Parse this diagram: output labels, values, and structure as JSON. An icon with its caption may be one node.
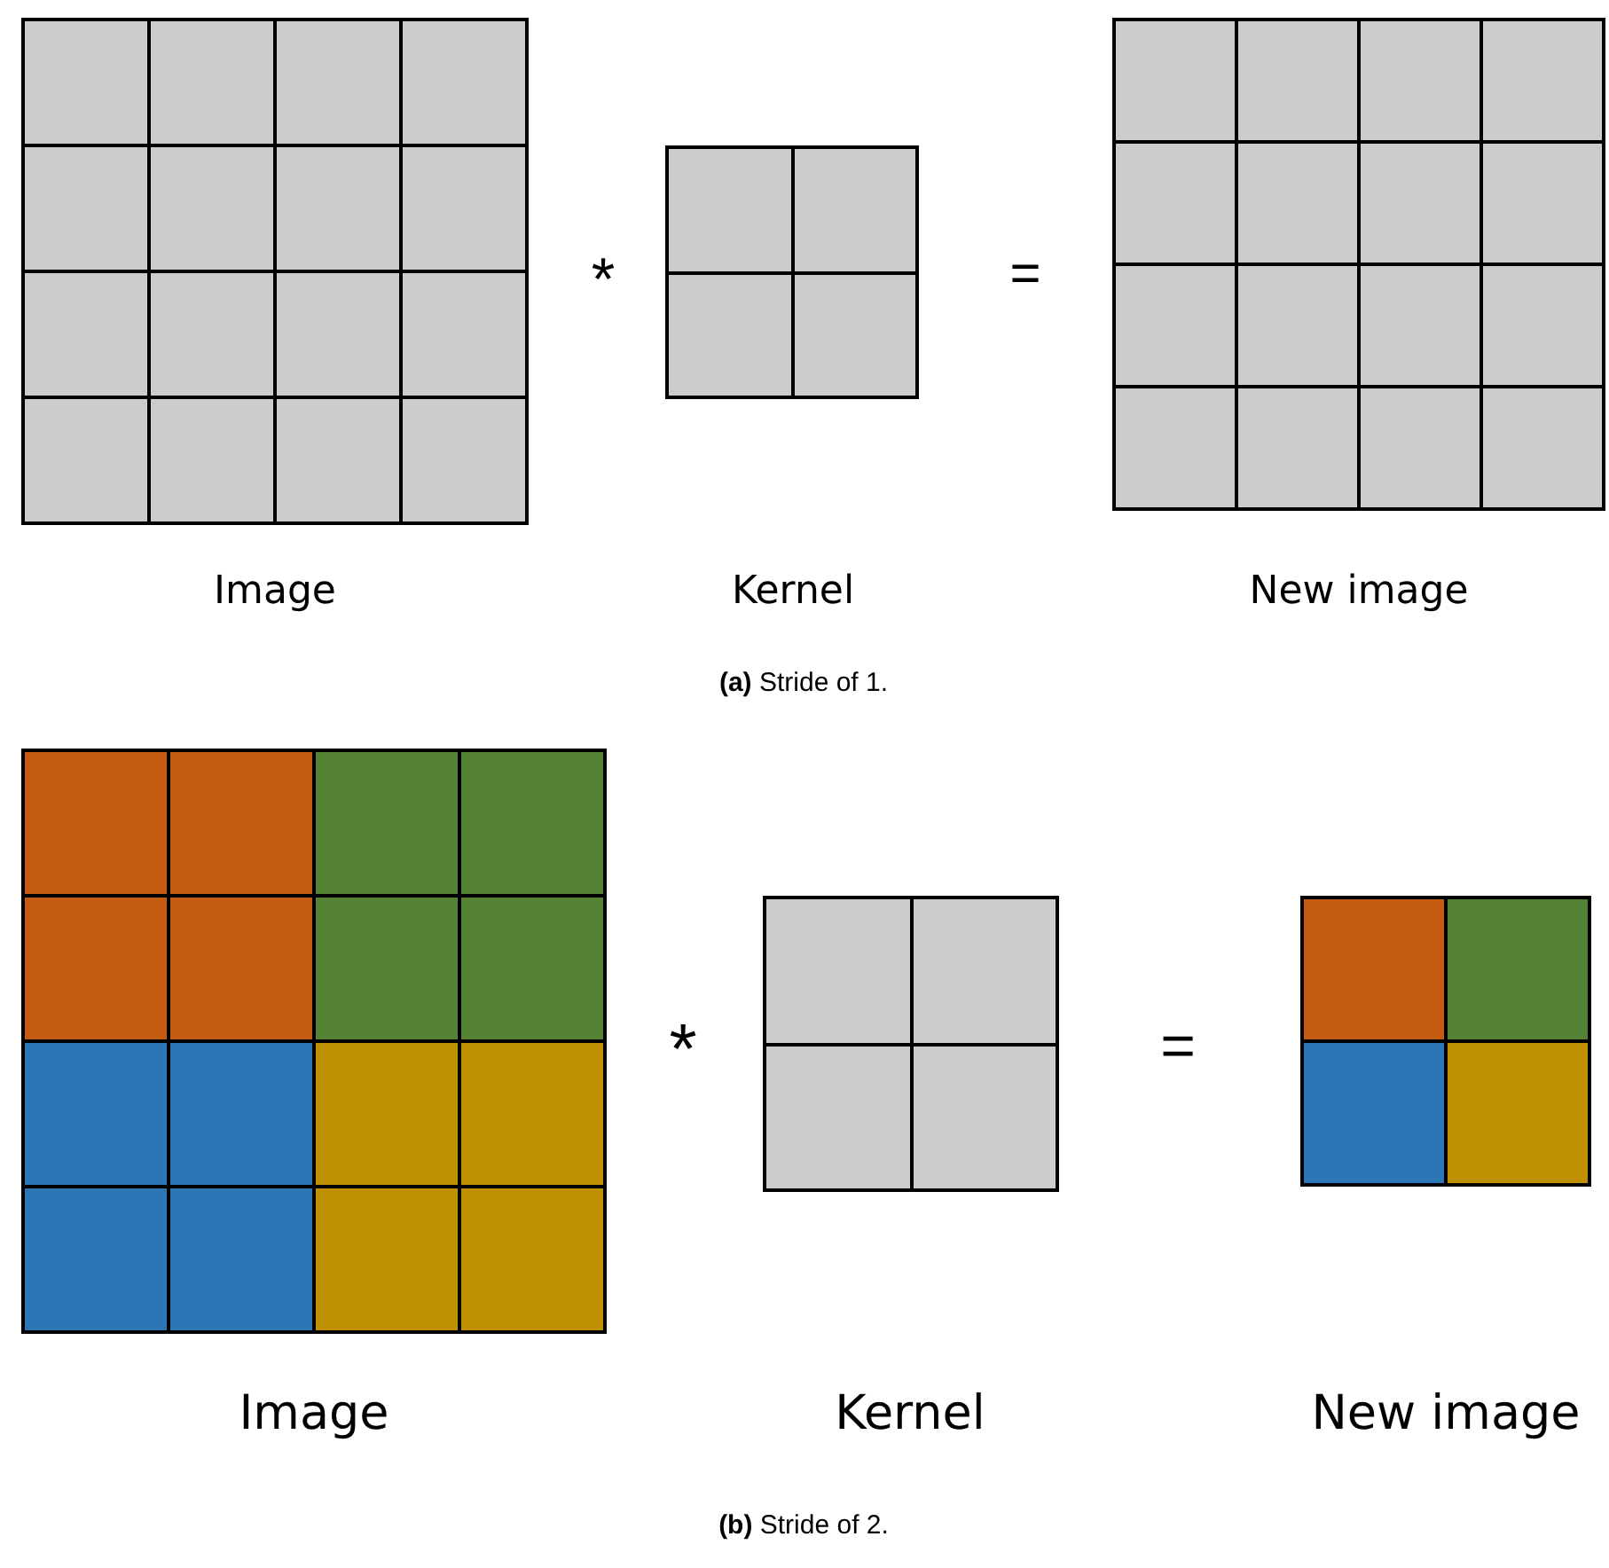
{
  "diagram": {
    "nodes": [
      {
        "text": [],
        "shape": "box"
      },
      {
        "text": [],
        "shape": "box"
      },
      {
        "text": [],
        "shape": "box"
      },
      {
        "text": [],
        "shape": "box"
      },
      {
        "text": [],
        "shape": "box"
      },
      {
        "text": [],
        "shape": "box"
      }
    ],
    "edges": [],
    "labels": [
      "*",
      "=",
      "Image",
      "Kernel",
      "New image",
      "**(a)** Stride of 1.",
      "*",
      "=",
      "Image",
      "Kernel",
      "New image",
      "**(b)** Stride of 2."
    ]
  }
}
